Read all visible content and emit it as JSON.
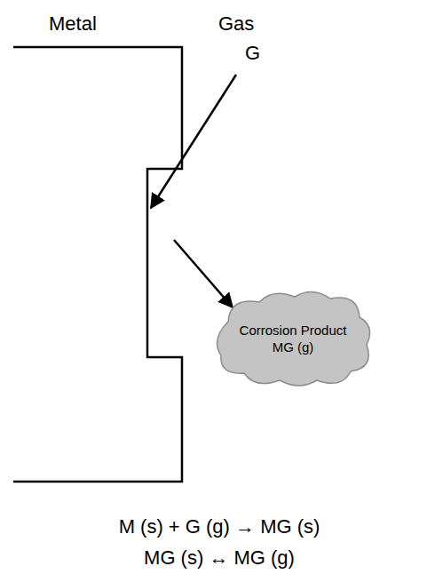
{
  "diagram": {
    "nodes": [
      {
        "text": [
          "Corrosion Product MG (g)"
        ]
      }
    ],
    "labels": [
      "Metal",
      "Gas",
      "G",
      "M (s) + G (g) → MG (s)",
      "MG (s) ↔ MG (g)"
    ]
  }
}
